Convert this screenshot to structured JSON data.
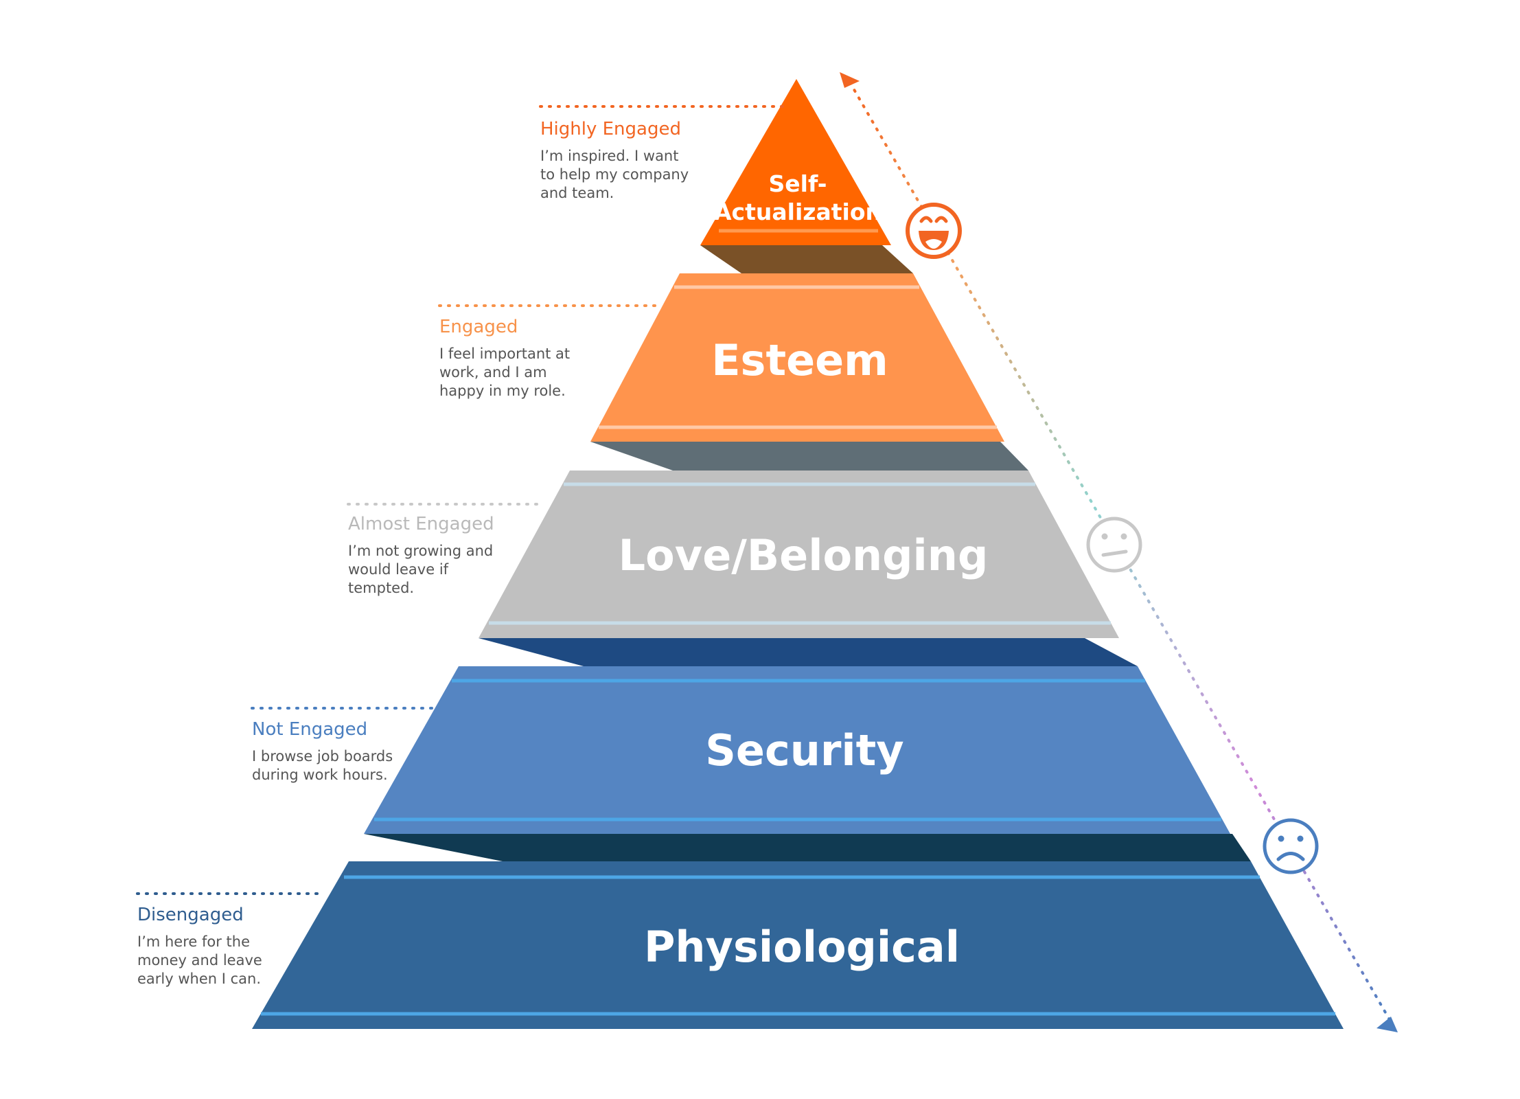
{
  "colors": {
    "self_actualization": "#ff6600",
    "esteem": "#ff944d",
    "love": "#c0c0c0",
    "security": "#5585c2",
    "physiological": "#326698",
    "highly_engaged": "#f26522",
    "engaged": "#f7924a",
    "almost_engaged": "#b9b9b9",
    "not_engaged": "#4a7ebf",
    "disengaged": "#2f5d8f"
  },
  "tiers": [
    {
      "id": "self",
      "label_line1": "Self-",
      "label_line2": "Actualization"
    },
    {
      "id": "esteem",
      "label": "Esteem"
    },
    {
      "id": "love",
      "label": "Love/Belonging"
    },
    {
      "id": "security",
      "label": "Security"
    },
    {
      "id": "physio",
      "label": "Physiological"
    }
  ],
  "notes": [
    {
      "id": "highly",
      "title": "Highly Engaged",
      "text": "I’m inspired. I want\nto help my company\nand team."
    },
    {
      "id": "engaged",
      "title": "Engaged",
      "text": "I feel important at\nwork, and I am\nhappy in my role."
    },
    {
      "id": "almost",
      "title": "Almost Engaged",
      "text": "I’m not growing and\nwould leave if\ntempted."
    },
    {
      "id": "not",
      "title": "Not Engaged",
      "text": "I browse job boards\nduring work hours."
    },
    {
      "id": "dis",
      "title": "Disengaged",
      "text": "I’m here for the\nmoney and leave\nearly when I can."
    }
  ],
  "faces": {
    "happy": "happy-face-icon",
    "neutral": "neutral-face-icon",
    "sad": "sad-face-icon"
  }
}
